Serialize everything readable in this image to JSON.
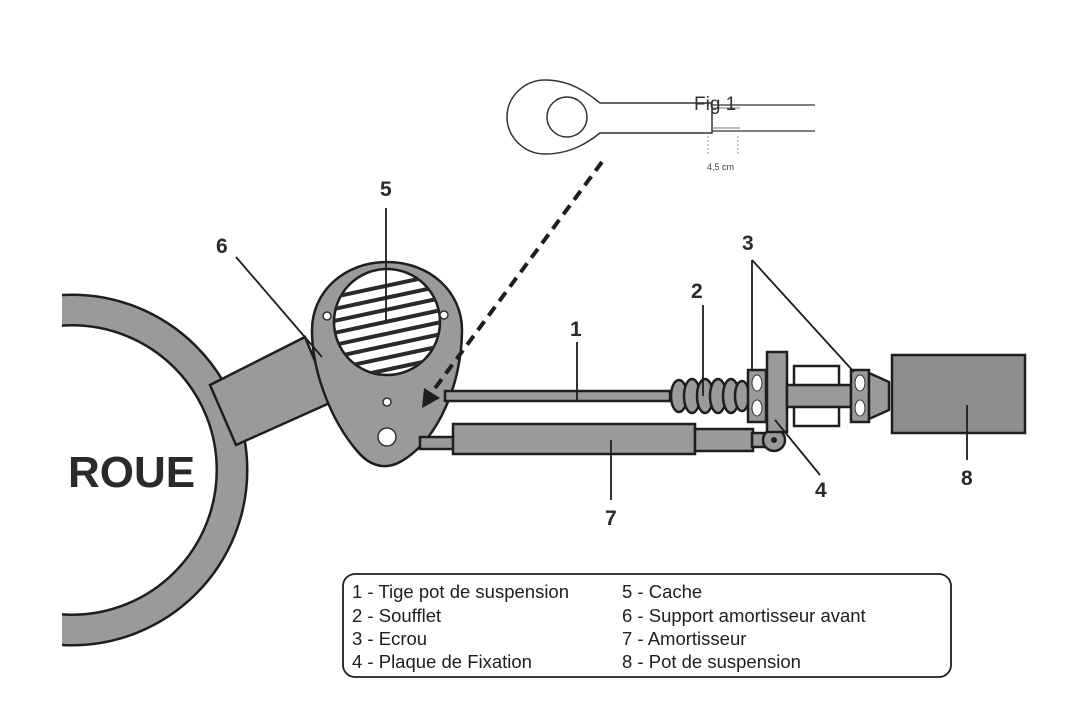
{
  "diagram": {
    "wheel_label": "ROUE",
    "detail": {
      "title": "Fig 1",
      "dimension": "4,5 cm"
    },
    "callouts": {
      "c1": "1",
      "c2": "2",
      "c3": "3",
      "c4": "4",
      "c5": "5",
      "c6": "6",
      "c7": "7",
      "c8": "8"
    },
    "legend": {
      "left": [
        "1 - Tige pot de suspension",
        "2 - Soufflet",
        "3 - Ecrou",
        "4 - Plaque de Fixation"
      ],
      "right": [
        "5 - Cache",
        "6 - Support amortisseur avant",
        "7 - Amortisseur",
        "8 - Pot de suspension"
      ]
    }
  }
}
